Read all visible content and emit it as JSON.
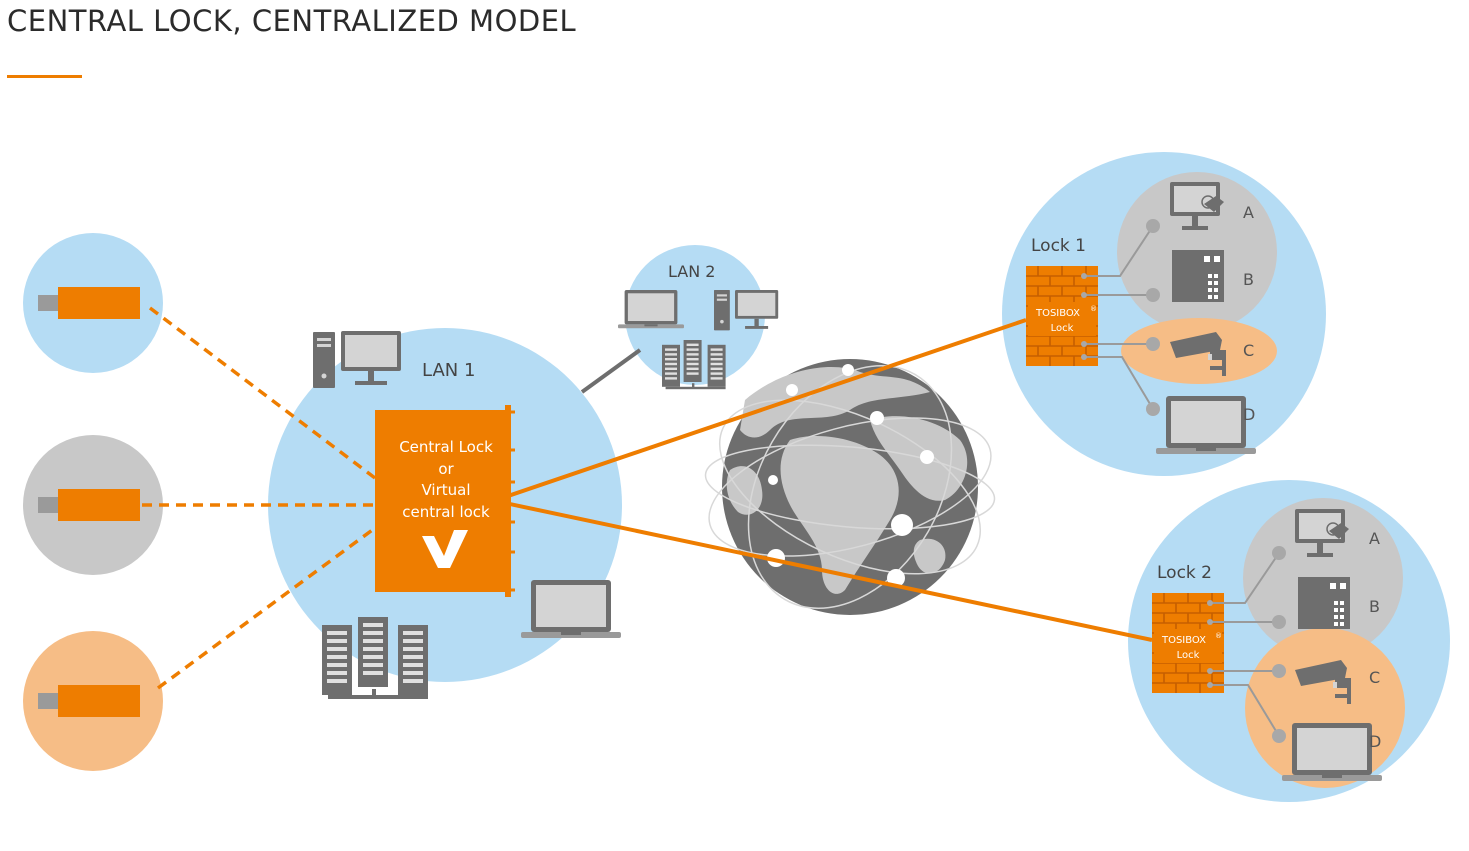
{
  "title": "CENTRAL LOCK, CENTRALIZED MODEL",
  "colors": {
    "accent": "#ee7d00",
    "light_blue": "#b5dcf4",
    "light_gray": "#c8c8c8",
    "light_orange": "#f6bd86",
    "device_gray": "#6e6e6e"
  },
  "lan1": {
    "label": "LAN 1",
    "central_lock_lines": [
      "Central Lock",
      "or",
      "Virtual",
      "central lock"
    ]
  },
  "lan2": {
    "label": "LAN 2"
  },
  "lock1": {
    "label": "Lock 1",
    "brand": "TOSIBOX",
    "brand_mark": "®",
    "sub": "Lock",
    "devices": [
      "A",
      "B",
      "C",
      "D"
    ]
  },
  "lock2": {
    "label": "Lock 2",
    "brand": "TOSIBOX",
    "brand_mark": "®",
    "sub": "Lock",
    "devices": [
      "A",
      "B",
      "C",
      "D"
    ]
  },
  "keys": [
    "key-blue",
    "key-gray",
    "key-orange"
  ]
}
